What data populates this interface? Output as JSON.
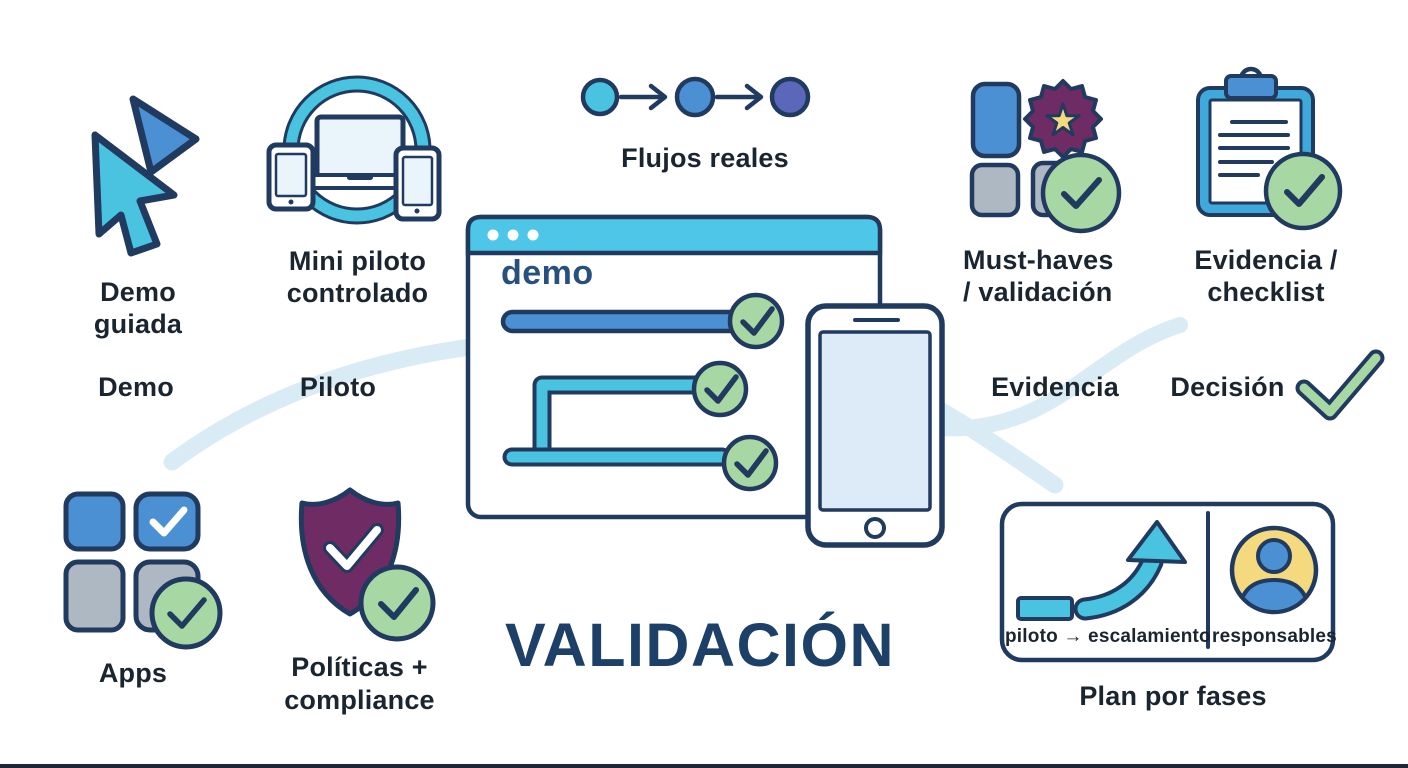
{
  "title": "VALIDACIÓN",
  "labels": {
    "demo_guiada_1": "Demo",
    "demo_guiada_2": "guiada",
    "mini_piloto_1": "Mini piloto",
    "mini_piloto_2": "controlado",
    "flujos": "Flujos reales",
    "must_haves_1": "Must-haves",
    "must_haves_2": "/ validación",
    "evidencia_1": "Evidencia /",
    "evidencia_2": "checklist",
    "stage_demo": "Demo",
    "stage_piloto": "Piloto",
    "stage_evidencia": "Evidencia",
    "stage_decision": "Decisión",
    "browser_title": "demo",
    "main_title": "VALIDACIÓN",
    "apps": "Apps",
    "politicas_1": "Políticas +",
    "politicas_2": "compliance",
    "plan_left": "piloto → escalamiento",
    "plan_right": "responsables",
    "plan_caption": "Plan por fases"
  },
  "icons": [
    "cursor-icon",
    "devices-headset-icon",
    "flow-steps-icon",
    "must-haves-badge-icon",
    "clipboard-check-icon",
    "browser-window",
    "smartphone-icon",
    "apps-grid-icon",
    "shield-check-icon",
    "decision-check-icon",
    "growth-arrow-icon",
    "person-icon"
  ],
  "colors": {
    "navy": "#203a60",
    "cyan": "#49c3df",
    "bar_cyan": "#4ec6e8",
    "blue": "#4a90d2",
    "indigo": "#5b67b8",
    "green": "#a7d7a3",
    "purple": "#6f2b63",
    "gray": "#aeb8c2",
    "yellow": "#f5d97e",
    "light_blue": "#d9ecf6",
    "screen_blue": "#dcebf7",
    "device_fill": "#eaf4fb",
    "clipboard_blue": "#3fa9dc",
    "title_navy": "#1d4068",
    "demo_navy": "#27507f",
    "text_dark": "#1a2530",
    "edge_dark": "#1e2836",
    "white": "#ffffff"
  }
}
